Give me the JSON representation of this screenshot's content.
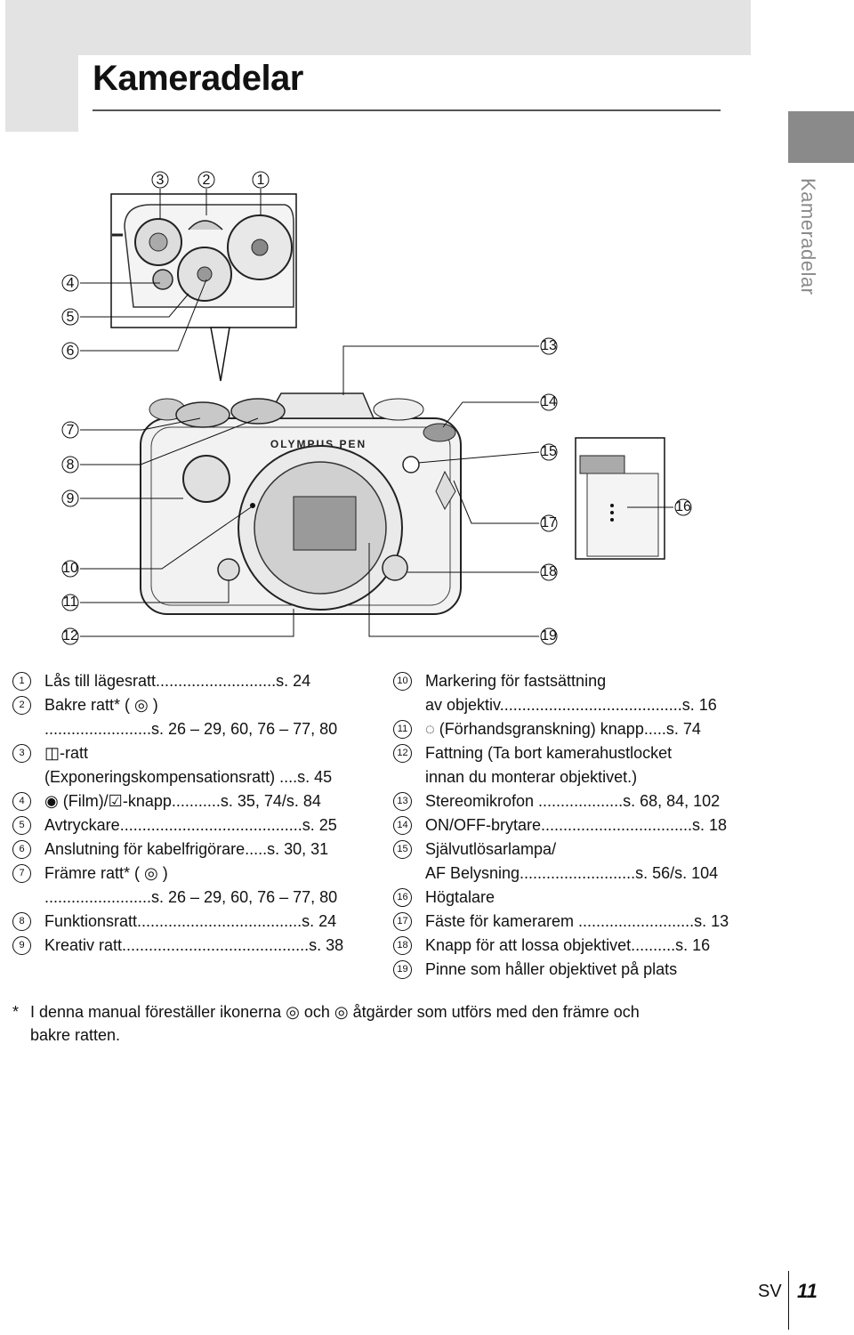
{
  "page": {
    "title": "Kameradelar",
    "side_tab": "Kameradelar",
    "lang": "SV",
    "page_number": "11"
  },
  "figure": {
    "brand": "OLYMPUS PEN",
    "callouts_top": [
      "3",
      "2",
      "1"
    ],
    "callouts_left": [
      "4",
      "5",
      "6",
      "7",
      "8",
      "9",
      "10",
      "11",
      "12"
    ],
    "callouts_right": [
      "13",
      "14",
      "15",
      "16",
      "17",
      "18",
      "19"
    ]
  },
  "legend_left": [
    {
      "n": "1",
      "lines": [
        "Lås till lägesratt...........................s. 24"
      ]
    },
    {
      "n": "2",
      "lines": [
        "Bakre ratt* ( ◎ )",
        "........................s. 26 – 29, 60, 76 – 77, 80"
      ]
    },
    {
      "n": "3",
      "lines": [
        "◫-ratt",
        "(Exponeringskompensationsratt) ....s. 45"
      ]
    },
    {
      "n": "4",
      "lines": [
        "◉ (Film)/☑-knapp...........s. 35, 74/s. 84"
      ]
    },
    {
      "n": "5",
      "lines": [
        "Avtryckare.........................................s. 25"
      ]
    },
    {
      "n": "6",
      "lines": [
        "Anslutning för kabelfrigörare.....s. 30, 31"
      ]
    },
    {
      "n": "7",
      "lines": [
        "Främre ratt* ( ◎ )",
        "........................s. 26 – 29, 60, 76 – 77, 80"
      ]
    },
    {
      "n": "8",
      "lines": [
        "Funktionsratt.....................................s. 24"
      ]
    },
    {
      "n": "9",
      "lines": [
        "Kreativ ratt..........................................s. 38"
      ]
    }
  ],
  "legend_right": [
    {
      "n": "10",
      "lines": [
        "Markering för fastsättning",
        "av objektiv.........................................s. 16"
      ]
    },
    {
      "n": "11",
      "lines": [
        "◌ (Förhandsgranskning) knapp.....s. 74"
      ]
    },
    {
      "n": "12",
      "lines": [
        "Fattning (Ta bort kamerahustlocket",
        "innan du monterar objektivet.)"
      ]
    },
    {
      "n": "13",
      "lines": [
        "Stereomikrofon ...................s. 68, 84, 102"
      ]
    },
    {
      "n": "14",
      "lines": [
        "ON/OFF-brytare..................................s. 18"
      ]
    },
    {
      "n": "15",
      "lines": [
        "Självutlösarlampa/",
        "AF Belysning..........................s. 56/s. 104"
      ]
    },
    {
      "n": "16",
      "lines": [
        "Högtalare"
      ]
    },
    {
      "n": "17",
      "lines": [
        "Fäste för kamerarem ..........................s. 13"
      ]
    },
    {
      "n": "18",
      "lines": [
        "Knapp för att lossa objektivet..........s. 16"
      ]
    },
    {
      "n": "19",
      "lines": [
        "Pinne som håller objektivet på plats"
      ]
    }
  ],
  "footnote": {
    "star": "*",
    "line1": "I denna manual föreställer ikonerna ◎ och ◎ åtgärder som utförs med den främre och",
    "line2": "bakre ratten."
  }
}
